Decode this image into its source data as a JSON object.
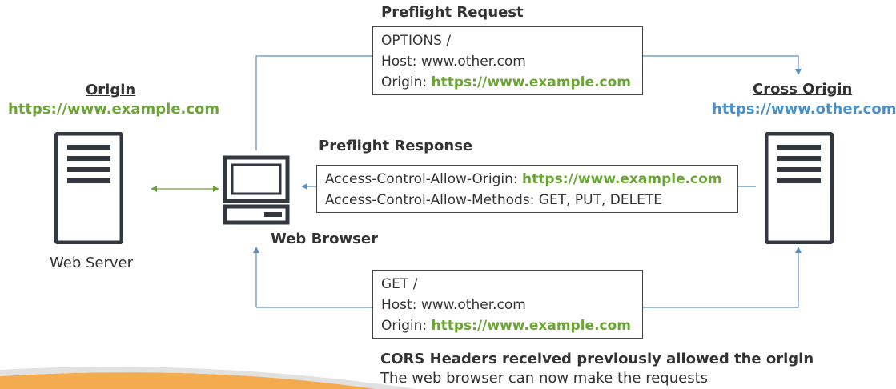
{
  "origin": {
    "title": "Origin",
    "url": "https://www.example.com",
    "server_label": "Web Server"
  },
  "cross_origin": {
    "title": "Cross Origin",
    "url": "https://www.other.com"
  },
  "browser": {
    "label": "Web Browser"
  },
  "preflight_request": {
    "heading": "Preflight Request",
    "line1": "OPTIONS /",
    "line2": "Host: www.other.com",
    "origin_label": "Origin: ",
    "origin_value": "https://www.example.com"
  },
  "preflight_response": {
    "heading": "Preflight Response",
    "allow_origin_label": "Access-Control-Allow-Origin: ",
    "allow_origin_value": "https://www.example.com",
    "allow_methods": "Access-Control-Allow-Methods: GET, PUT, DELETE"
  },
  "get_request": {
    "line1": "GET /",
    "line2": "Host: www.other.com",
    "origin_label": "Origin: ",
    "origin_value": "https://www.example.com"
  },
  "footer": {
    "bold_text": "CORS Headers received previously allowed the origin",
    "text": "The web browser can now make the requests"
  },
  "colors": {
    "green": "#6aa535",
    "blue": "#4a90c8",
    "line": "#5b8fc0",
    "server": "#333740",
    "accent_orange": "#f2a23a"
  },
  "icons": [
    "server-icon",
    "computer-icon"
  ]
}
